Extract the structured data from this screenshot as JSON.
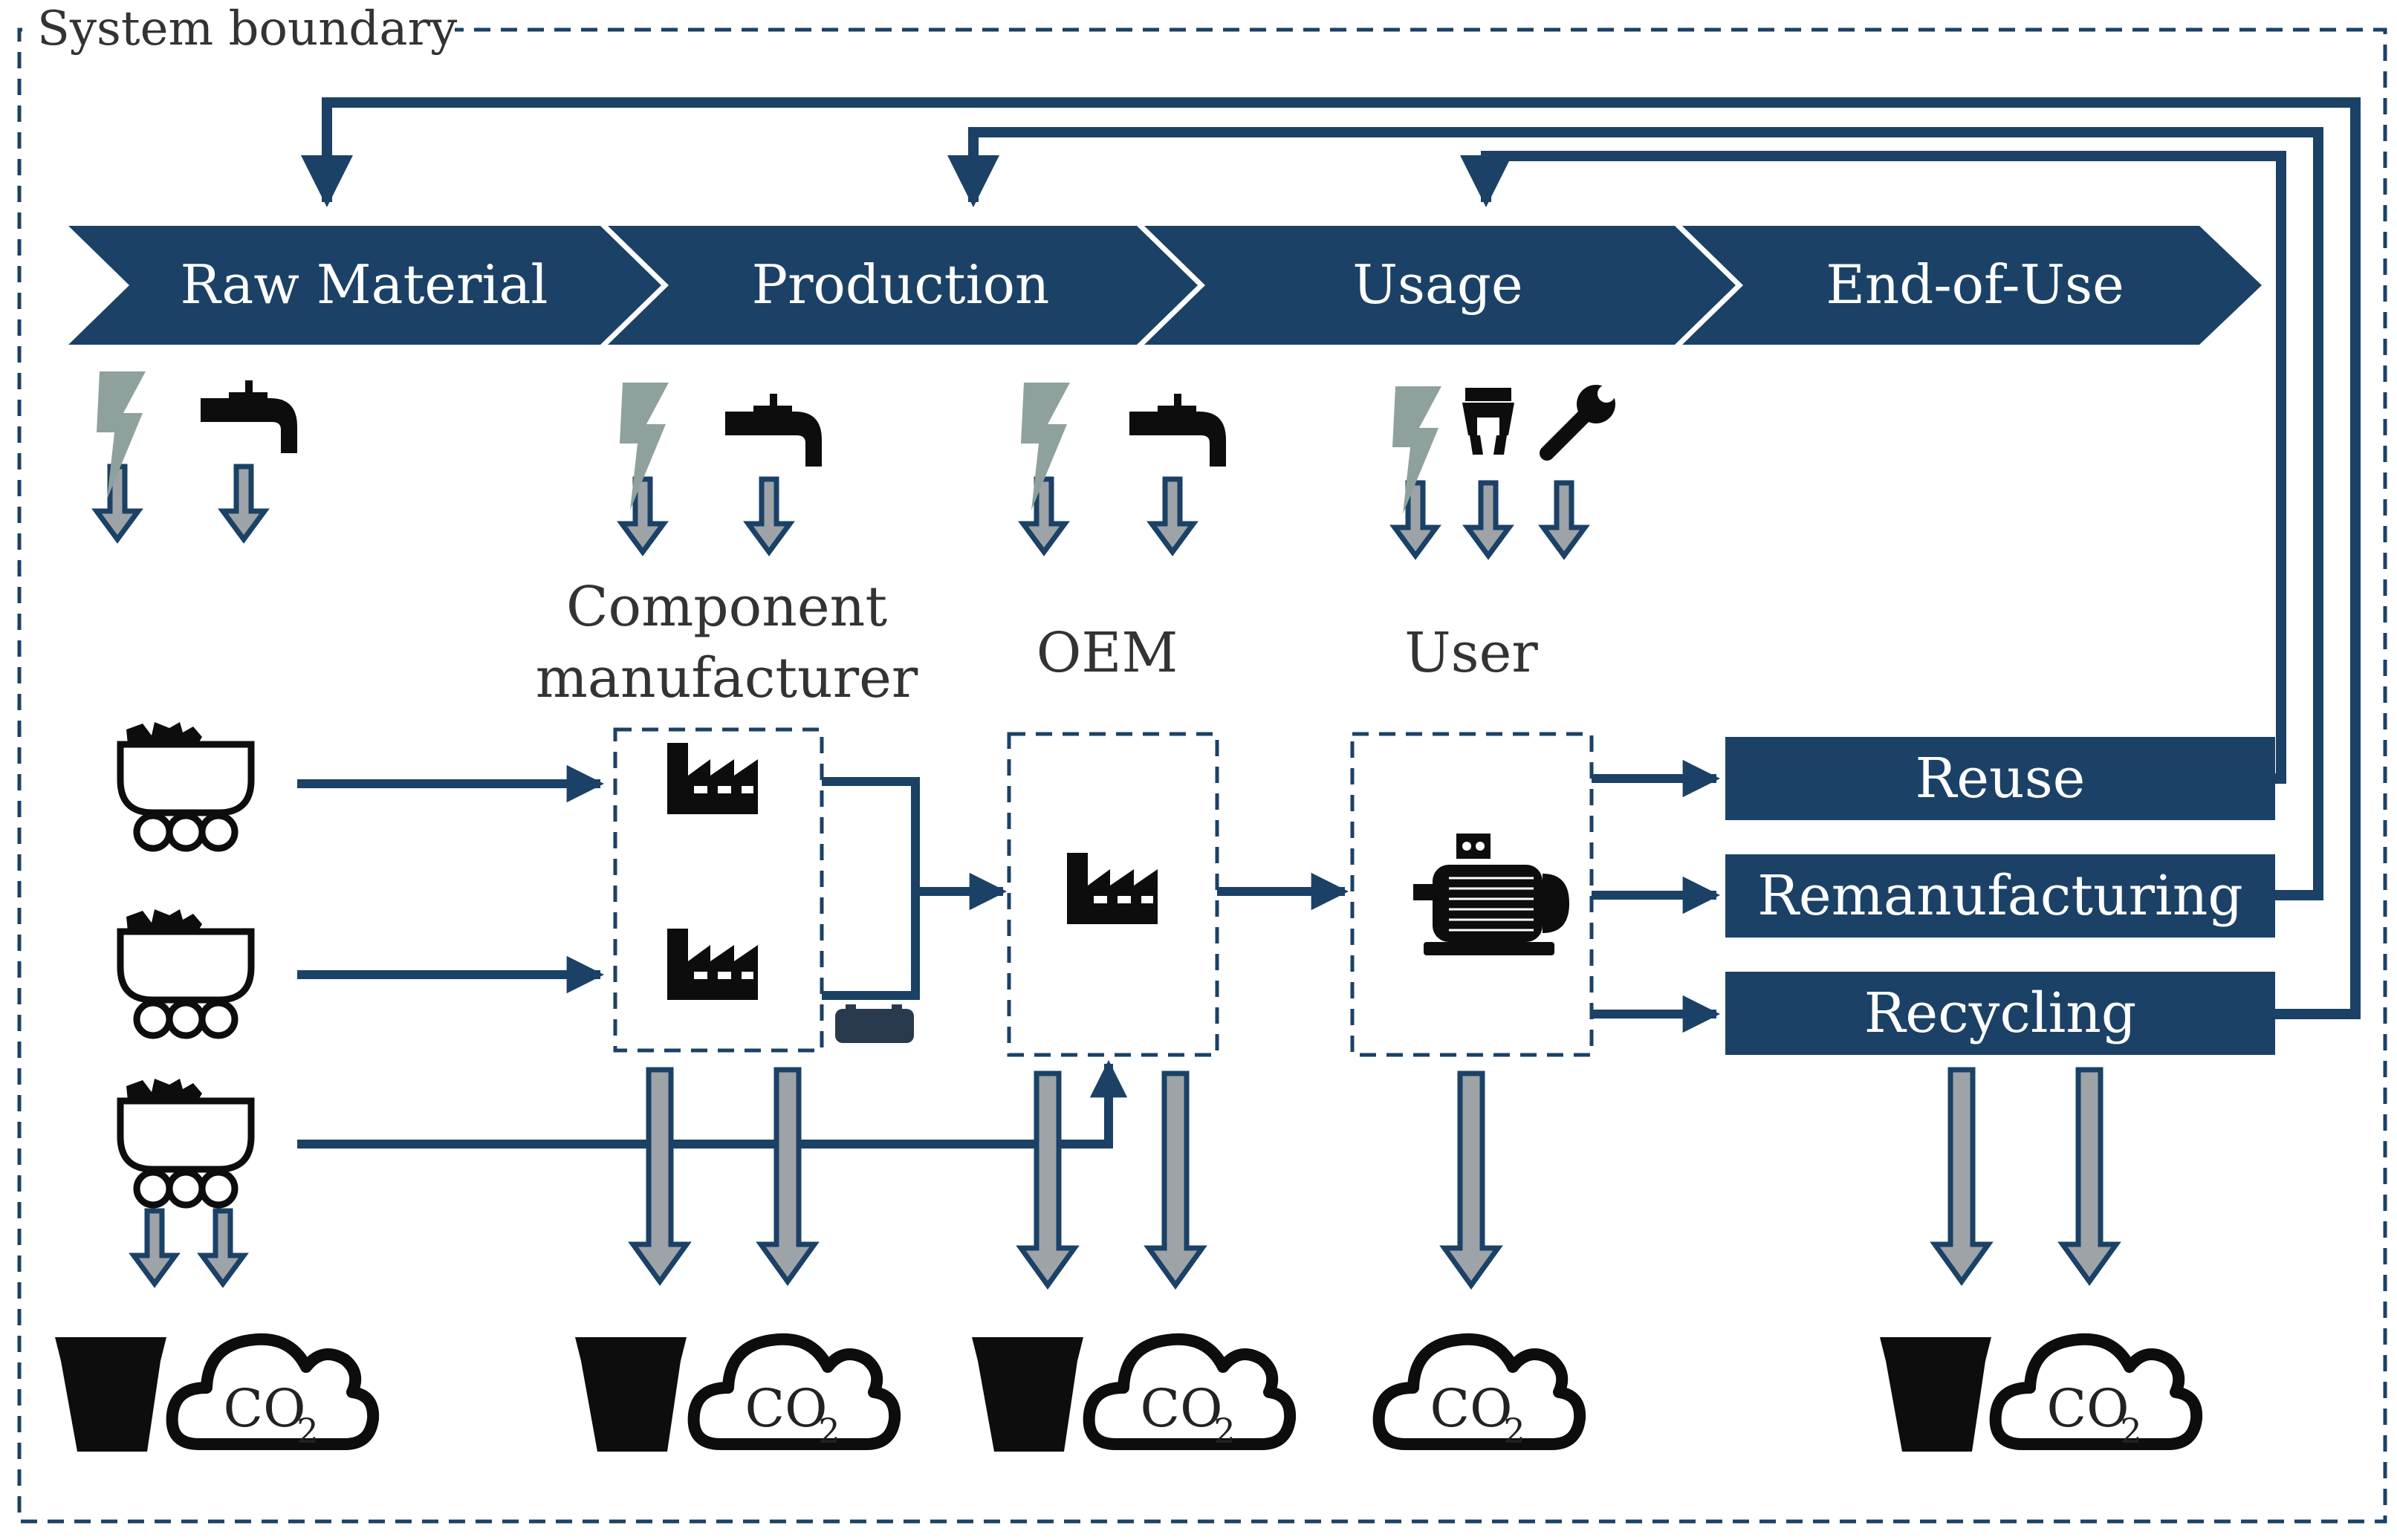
{
  "boundary_label": "System boundary",
  "phases": [
    "Raw Material",
    "Production",
    "Usage",
    "End-of-Use"
  ],
  "actors": {
    "component_manufacturer": [
      "Component",
      "manufacturer"
    ],
    "oem": "OEM",
    "user": "User"
  },
  "end_of_use": [
    "Reuse",
    "Remanufacturing",
    "Recycling"
  ],
  "emission": {
    "co2_main": "CO",
    "co2_sub": "2"
  },
  "icons": {
    "energy": "lightning-icon",
    "water": "water-tap-icon",
    "maintenance_tool": "gripper-icon",
    "maintenance": "wrench-icon",
    "raw_material": "mine-cart-icon",
    "factory": "factory-icon",
    "component": "component-icon",
    "product": "electric-motor-icon",
    "waste": "waste-bin-icon",
    "emission": "co2-cloud-icon"
  },
  "colors": {
    "navy": "#1b4166",
    "gray_arrow": "#9ea3a8",
    "lightning": "#8fa19c",
    "icon": "#0d0d0d"
  }
}
